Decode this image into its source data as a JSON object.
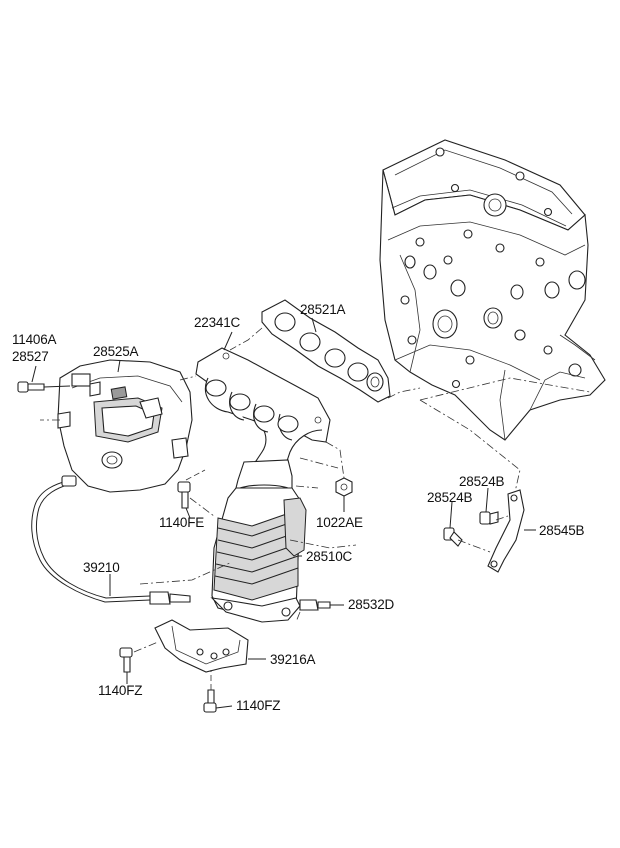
{
  "labels": {
    "p11406a": "11406A",
    "p28527": "28527",
    "p28525a": "28525A",
    "p22341c": "22341C",
    "p28521a": "28521A",
    "p28524b_top": "28524B",
    "p28524b_bottom": "28524B",
    "p28545b": "28545B",
    "p1140fe": "1140FE",
    "p1022ae": "1022AE",
    "p39210": "39210",
    "p28510c": "28510C",
    "p28532d": "28532D",
    "p39216a": "39216A",
    "p1140fz_left": "1140FZ",
    "p1140fz_bottom": "1140FZ"
  }
}
